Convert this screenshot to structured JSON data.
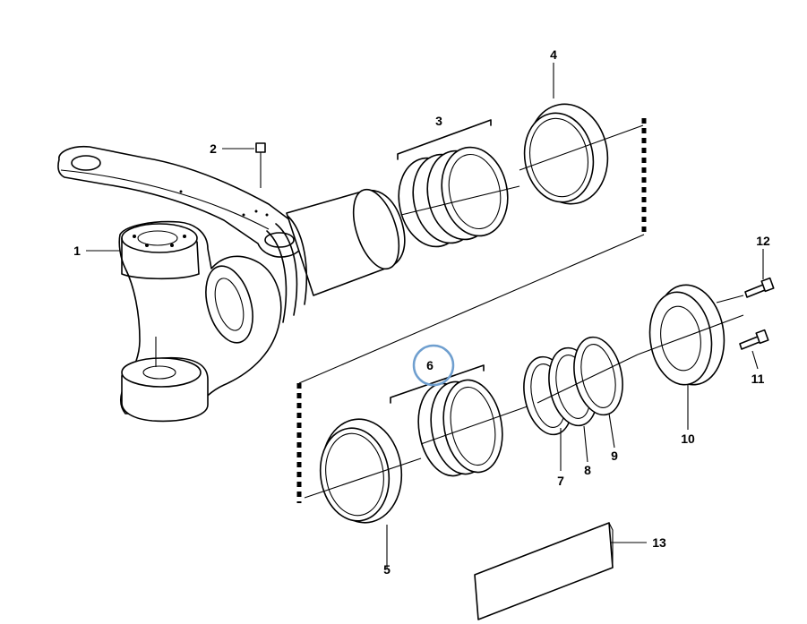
{
  "diagram": {
    "callouts": [
      {
        "id": "c1",
        "label": "1"
      },
      {
        "id": "c2",
        "label": "2"
      },
      {
        "id": "c3",
        "label": "3"
      },
      {
        "id": "c4",
        "label": "4"
      },
      {
        "id": "c5",
        "label": "5"
      },
      {
        "id": "c6",
        "label": "6"
      },
      {
        "id": "c7",
        "label": "7"
      },
      {
        "id": "c8",
        "label": "8"
      },
      {
        "id": "c9",
        "label": "9"
      },
      {
        "id": "c10",
        "label": "10"
      },
      {
        "id": "c11",
        "label": "11"
      },
      {
        "id": "c12",
        "label": "12"
      },
      {
        "id": "c13",
        "label": "13"
      }
    ],
    "highlight_color": "#6f9fcf"
  }
}
